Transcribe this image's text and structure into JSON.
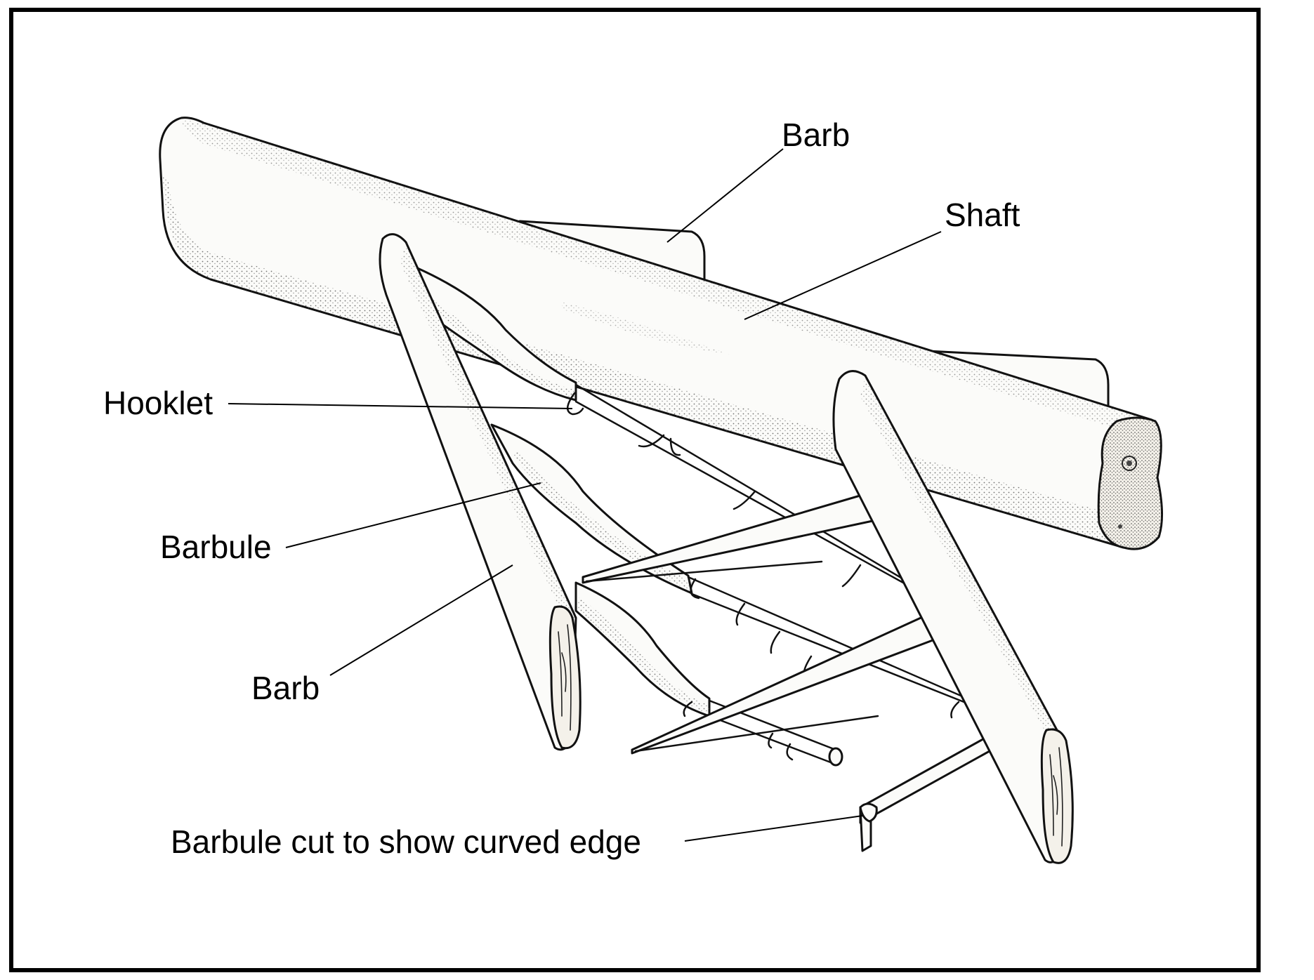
{
  "labels": {
    "barb_top": "Barb",
    "shaft": "Shaft",
    "hooklet": "Hooklet",
    "barbule": "Barbule",
    "barb_bottom": "Barb",
    "barbule_cut": "Barbule cut to show curved edge"
  },
  "colors": {
    "ink": "#111111",
    "paper": "#ffffff",
    "stipple": "#555555"
  }
}
